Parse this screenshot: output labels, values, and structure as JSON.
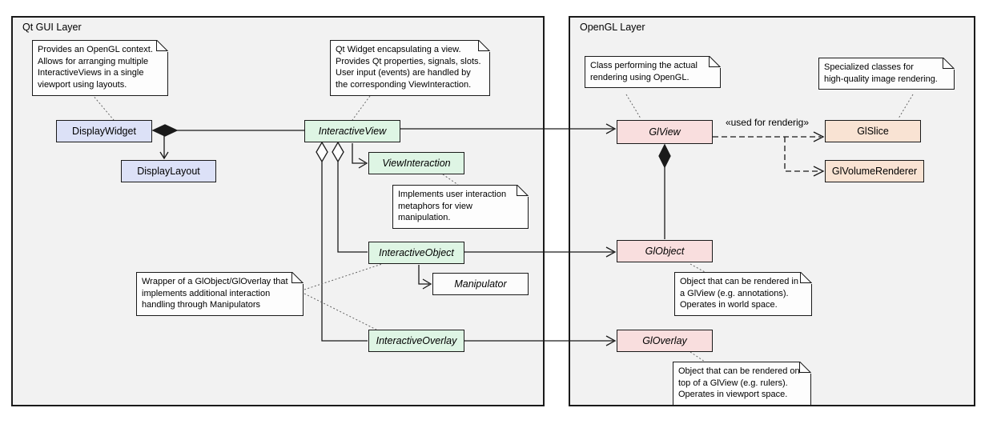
{
  "containers": {
    "qt": {
      "title": "Qt GUI Layer"
    },
    "gl": {
      "title": "OpenGL Layer"
    }
  },
  "classes": {
    "display_widget": "DisplayWidget",
    "display_layout": "DisplayLayout",
    "interactive_view": "InteractiveView",
    "view_interaction": "ViewInteraction",
    "interactive_object": "InteractiveObject",
    "manipulator": "Manipulator",
    "interactive_overlay": "InteractiveOverlay",
    "gl_view": "GlView",
    "gl_slice": "GlSlice",
    "gl_volume_renderer": "GlVolumeRenderer",
    "gl_object": "GlObject",
    "gl_overlay": "GlOverlay"
  },
  "notes": {
    "display_widget_note": "Provides an OpenGL context.\nAllows for arranging multiple\nInteractiveViews in a single\nviewport using layouts.",
    "interactive_view_note": "Qt Widget encapsulating a view.\nProvides Qt properties, signals, slots.\nUser input (events) are handled by\nthe corresponding ViewInteraction.",
    "view_interaction_note": "Implements user interaction\nmetaphors for view\nmanipulation.",
    "wrapper_note": "Wrapper of a  GlObject/GlOverlay that\nimplements additional interaction\nhandling  through Manipulators",
    "gl_view_note": "Class performing the actual\nrendering using OpenGL.",
    "gl_slice_note": "Specialized classes for\nhigh-quality image rendering.",
    "gl_object_note": "Object that can be rendered in\na GlView (e.g. annotations).\nOperates in world space.",
    "gl_overlay_note": "Object that can be rendered on\ntop of a GlView (e.g. rulers).\nOperates in viewport space."
  },
  "edge_labels": {
    "used_for_rendering": "«used for renderig»"
  },
  "colors": {
    "container_fill": "#f2f2f2",
    "border": "#1a1a1a",
    "note_fill": "#fdfdfd",
    "qt_class_fill": "#dce1f7",
    "interactive_class_fill": "#def5e4",
    "gl_abstract_fill": "#f9dede",
    "gl_renderer_fill": "#f9e3d3",
    "manipulator_fill": "#fcfcfc"
  }
}
